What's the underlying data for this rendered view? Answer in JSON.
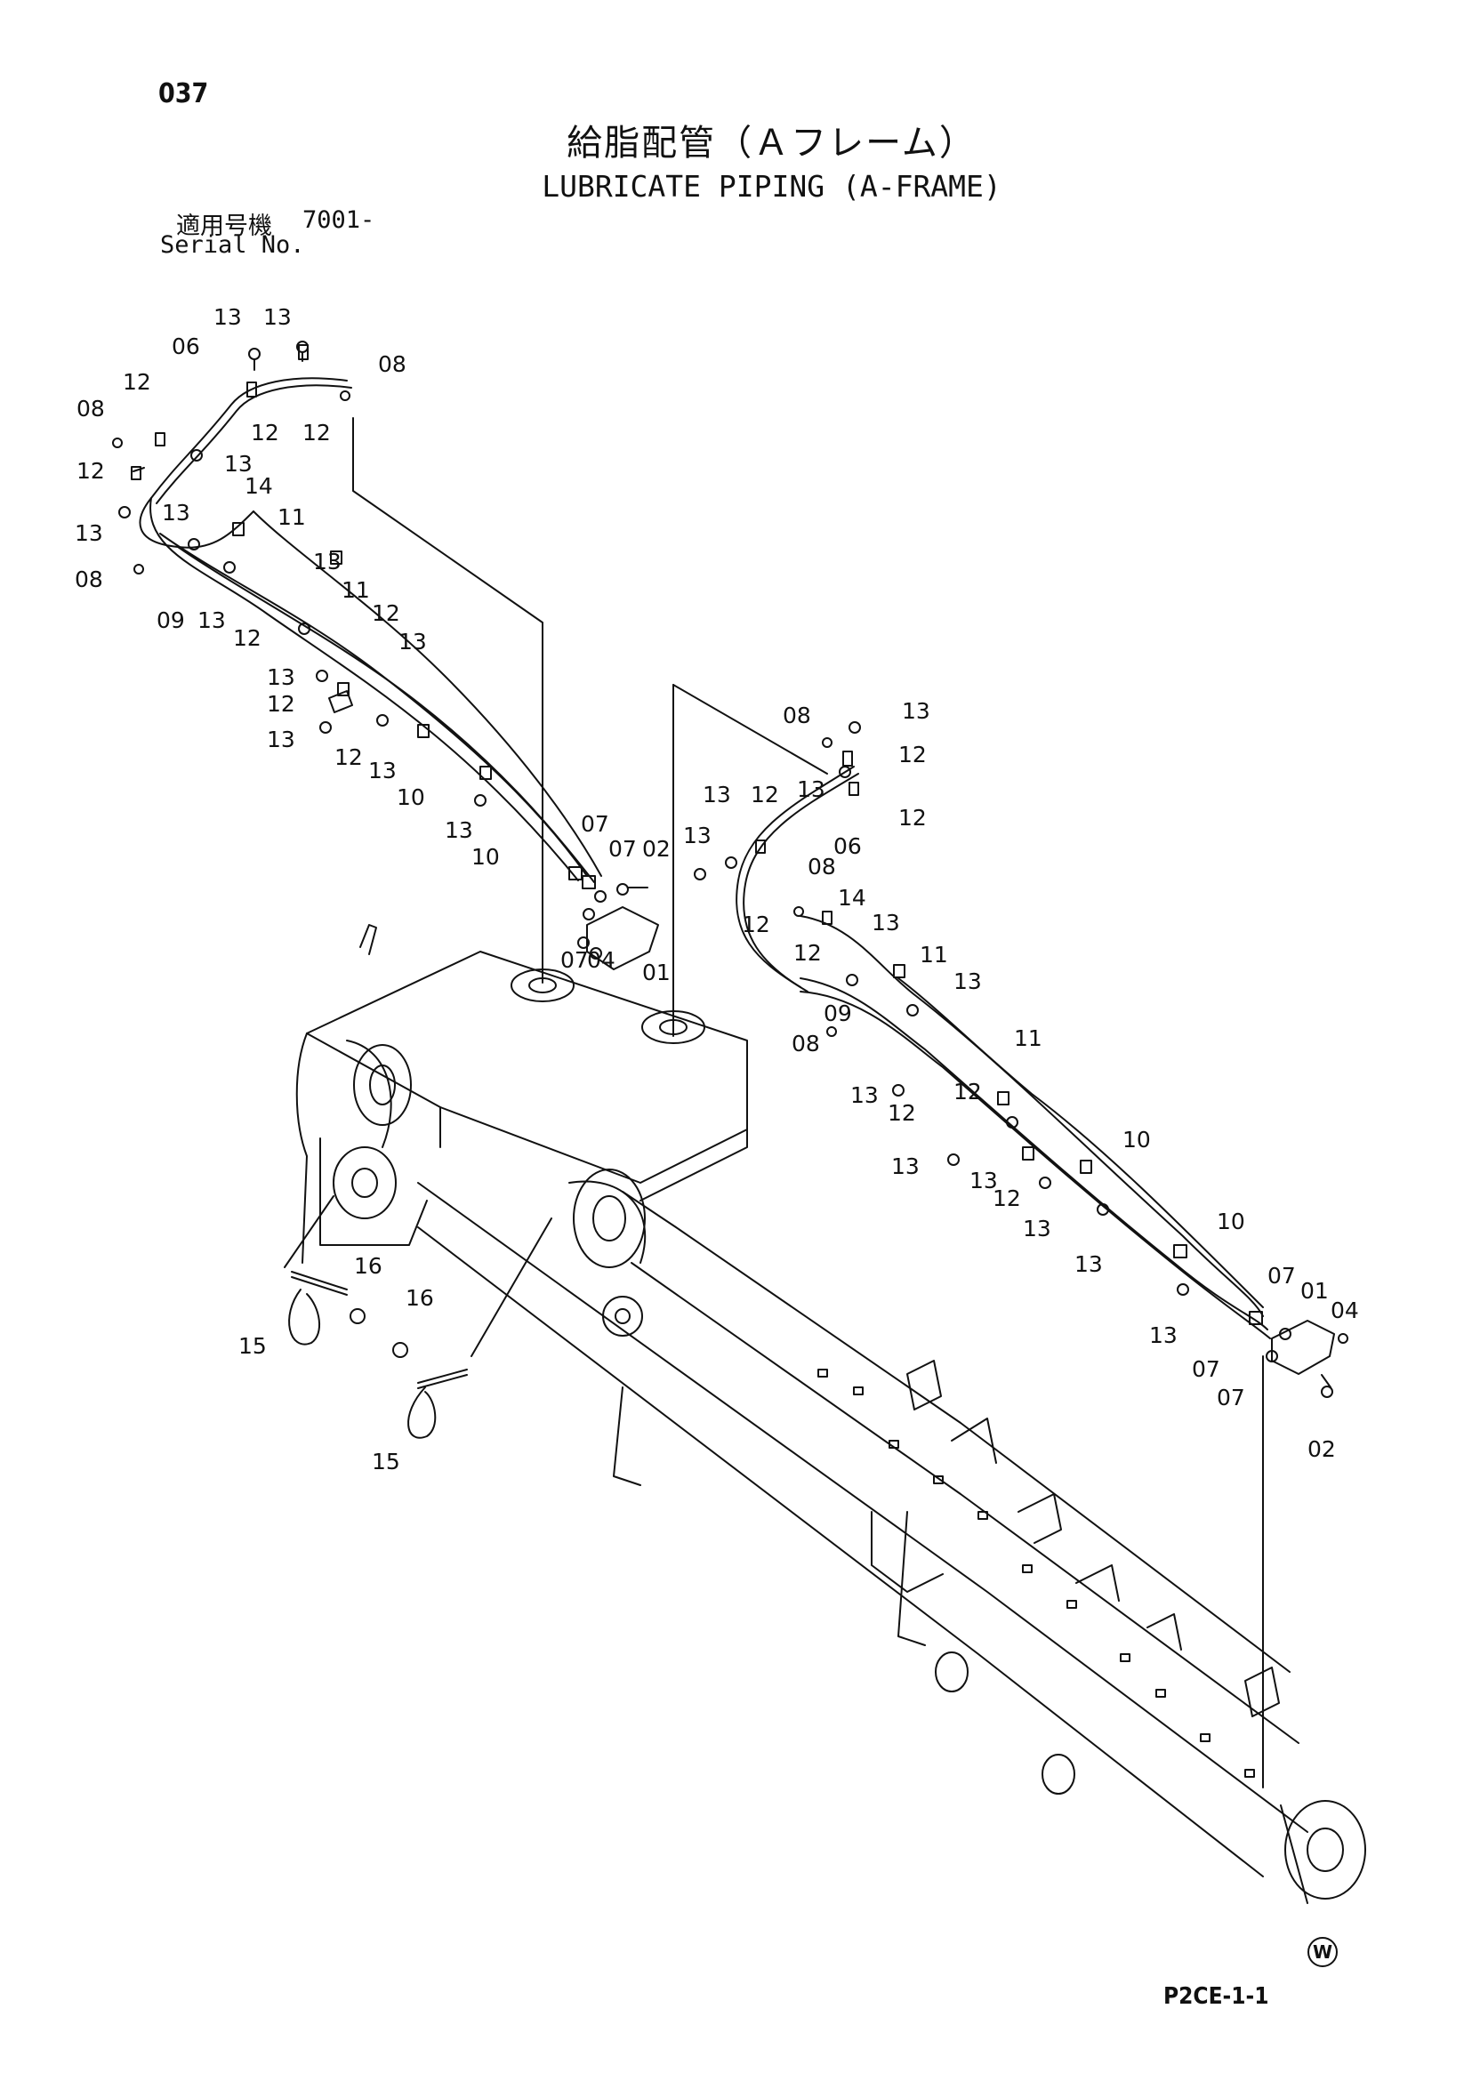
{
  "page_number": "037",
  "title_jp": "給脂配管（Ａフレーム）",
  "title_en": "LUBRICATE PIPING (A-FRAME)",
  "serial_label_jp": "適用号機",
  "serial_value": "7001-",
  "serial_label_en": "Serial No.",
  "footer_code": "P2CE-1-1",
  "watermark_mark": "W",
  "callouts": [
    "01",
    "02",
    "04",
    "06",
    "07",
    "08",
    "09",
    "10",
    "11",
    "12",
    "13",
    "14",
    "15",
    "16"
  ],
  "colors": {
    "ink": "#111111",
    "paper": "#ffffff"
  }
}
